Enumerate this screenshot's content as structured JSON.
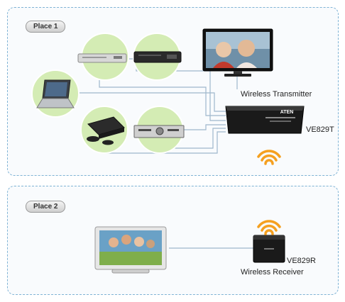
{
  "place1": {
    "tab_label": "Place 1",
    "transmitter_label": "Wireless Transmitter",
    "transmitter_model": "VE829T",
    "transmitter_brand": "ATEN"
  },
  "place2": {
    "tab_label": "Place 2",
    "receiver_model": "VE829R",
    "receiver_label": "Wireless Receiver"
  },
  "colors": {
    "panel_border": "#7fb3d5",
    "source_circle": "#d4ecb4",
    "wireless_signal": "#f5a020",
    "cable": "#9eb7cc",
    "device_body": "#1a1a1a"
  },
  "icons": [
    "dvd-player-icon",
    "blu-ray-player-icon",
    "laptop-icon",
    "game-console-icon",
    "av-receiver-icon",
    "lcd-tv-icon",
    "wifi-signal-icon"
  ]
}
